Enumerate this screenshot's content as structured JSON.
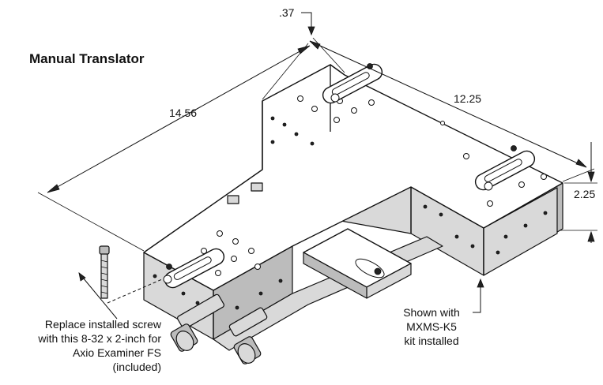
{
  "title": "Manual Translator",
  "dimensions": {
    "offset": ".37",
    "length_long": "14.56",
    "length_short": "12.25",
    "height": "2.25"
  },
  "callouts": {
    "screw_note": [
      "Replace installed screw",
      "with this 8-32 x 2-inch for",
      "Axio Examiner FS",
      "(included)"
    ],
    "kit_note": [
      "Shown with",
      "MXMS-K5",
      "kit installed"
    ]
  }
}
